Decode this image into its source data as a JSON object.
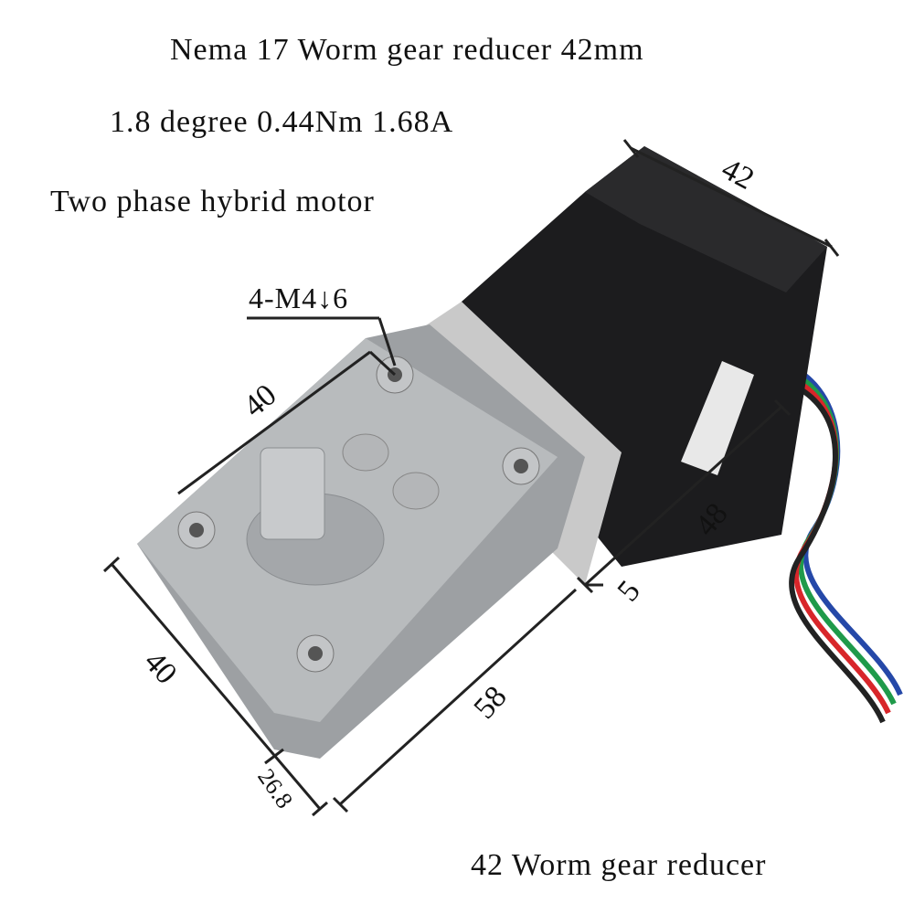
{
  "title": "Nema 17 Worm gear reducer 42mm",
  "specs": "1.8 degree 0.44Nm 1.68A",
  "motor_type": "Two phase hybrid motor",
  "caption": "42 Worm gear reducer",
  "callout": "4-M4↓6",
  "dimensions": {
    "motor_width": "42",
    "motor_length": "48",
    "flange": "5",
    "hole_spacing": "40",
    "gearbox_width": "40",
    "gearbox_length": "58",
    "gearbox_height": "26.8"
  },
  "colors": {
    "motor_body": "#1c1c1e",
    "gearbox": "#a9acae",
    "flange": "#c9c9c9",
    "wire_red": "#d8262a",
    "wire_green": "#1f9a4a",
    "wire_blue": "#2548a8",
    "wire_black": "#222222"
  }
}
